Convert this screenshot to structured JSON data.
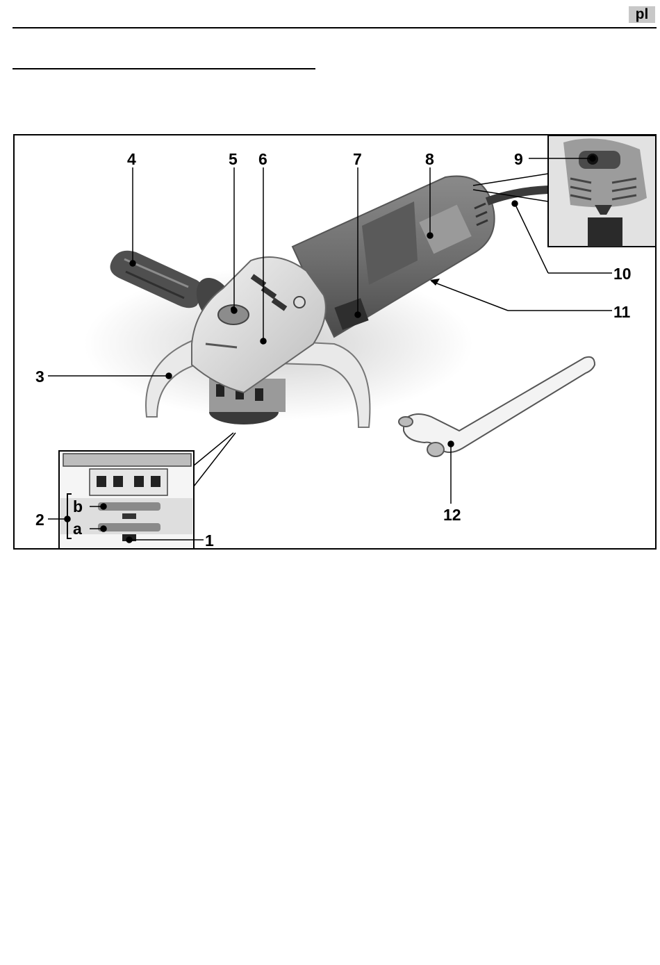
{
  "header": {
    "language": "pl"
  },
  "figure": {
    "callouts": {
      "c1": "1",
      "c2": "2",
      "c3": "3",
      "c4": "4",
      "c5": "5",
      "c6": "6",
      "c7": "7",
      "c8": "8",
      "c9": "9",
      "c10": "10",
      "c11": "11",
      "c12": "12",
      "ca": "a",
      "cb": "b"
    }
  }
}
